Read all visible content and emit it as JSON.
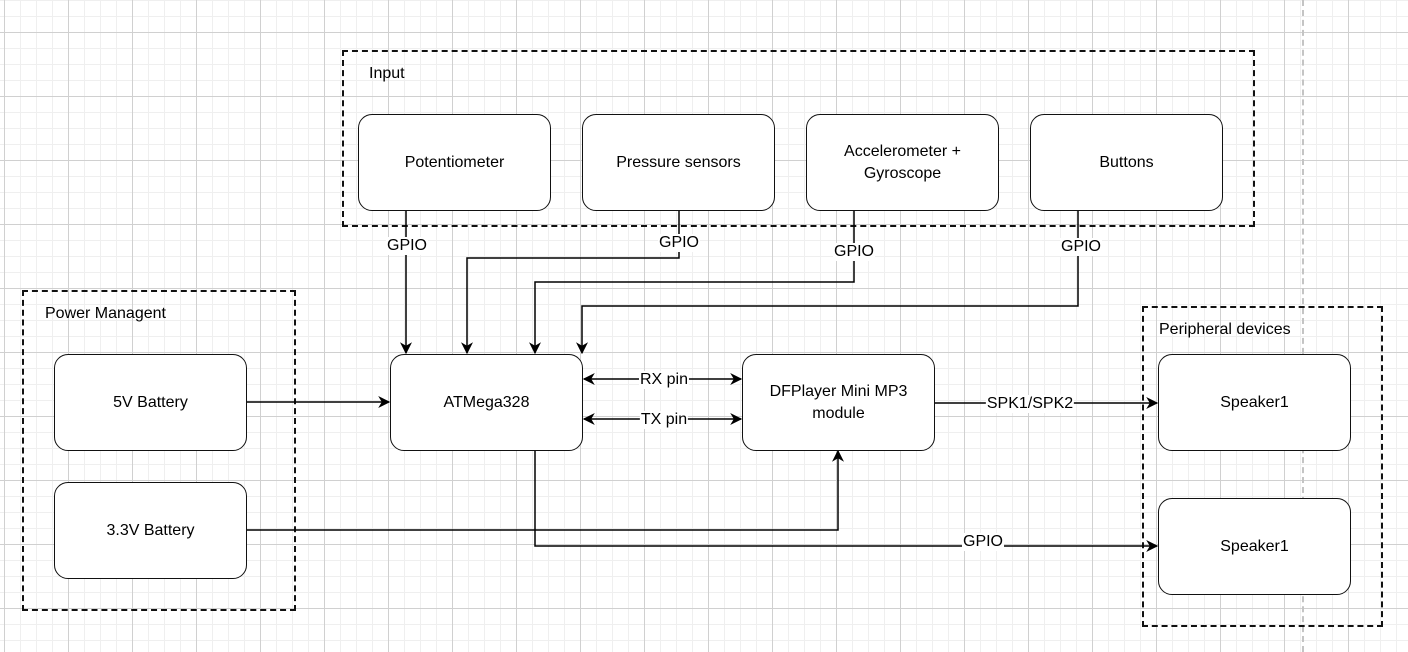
{
  "diagram": {
    "groups": {
      "input": {
        "label": "Input"
      },
      "power": {
        "label": "Power Managent"
      },
      "peripheral": {
        "label": "Peripheral devices"
      }
    },
    "nodes": {
      "potentiometer": {
        "label": "Potentiometer"
      },
      "pressure": {
        "label": "Pressure sensors"
      },
      "accel": {
        "label": "Accelerometer + Gyroscope"
      },
      "buttons": {
        "label": "Buttons"
      },
      "battery5v": {
        "label": "5V Battery"
      },
      "battery33v": {
        "label": "3.3V Battery"
      },
      "mcu": {
        "label": "ATMega328"
      },
      "dfplayer": {
        "label": "DFPlayer Mini MP3 module"
      },
      "speaker_a": {
        "label": "Speaker1"
      },
      "speaker_b": {
        "label": "Speaker1"
      }
    },
    "edges": [
      {
        "from": "potentiometer",
        "to": "mcu",
        "label": "GPIO",
        "direction": "forward"
      },
      {
        "from": "pressure",
        "to": "mcu",
        "label": "GPIO",
        "direction": "forward"
      },
      {
        "from": "accel",
        "to": "mcu",
        "label": "GPIO",
        "direction": "forward"
      },
      {
        "from": "buttons",
        "to": "mcu",
        "label": "GPIO",
        "direction": "forward"
      },
      {
        "from": "battery5v",
        "to": "mcu",
        "label": "",
        "direction": "forward"
      },
      {
        "from": "mcu",
        "to": "dfplayer",
        "label": "RX pin",
        "direction": "both"
      },
      {
        "from": "mcu",
        "to": "dfplayer",
        "label": "TX pin",
        "direction": "both"
      },
      {
        "from": "dfplayer",
        "to": "speaker_a",
        "label": "SPK1/SPK2",
        "direction": "forward"
      },
      {
        "from": "battery33v",
        "to": "dfplayer",
        "label": "",
        "direction": "forward"
      },
      {
        "from": "mcu",
        "to": "speaker_b",
        "label": "GPIO",
        "direction": "forward"
      }
    ]
  }
}
